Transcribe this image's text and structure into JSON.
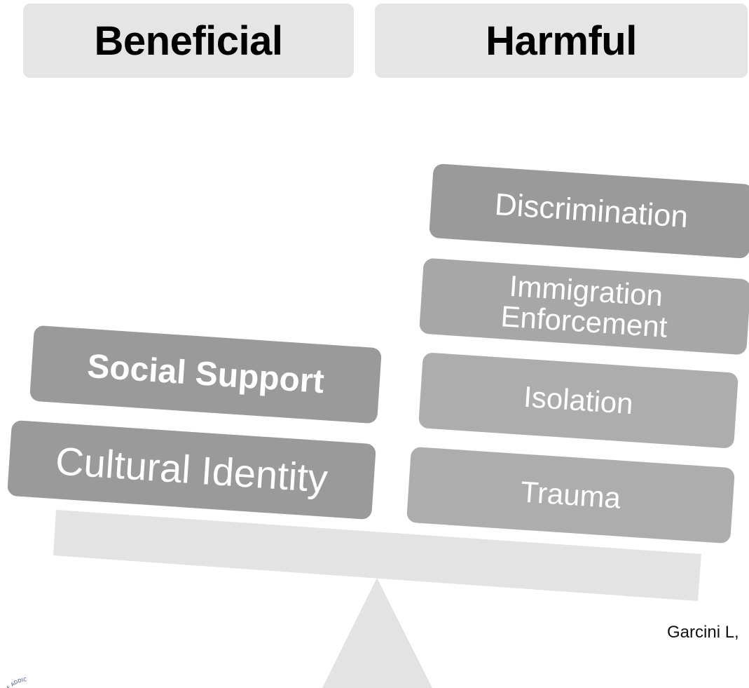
{
  "headers": {
    "beneficial": "Beneficial",
    "harmful": "Harmful"
  },
  "beneficial_items": [
    "Social Support",
    "Cultural Identity"
  ],
  "harmful_items": [
    "Discrimination",
    "Immigration Enforcement",
    "Isolation",
    "Trauma"
  ],
  "citation": "Garcini L,",
  "seal_text": "TY OF ADDIC",
  "colors": {
    "header_bg": "#e5e5e5",
    "block_dark": "#9a9a9a",
    "block_light": "#adadad",
    "beam": "#e3e3e3",
    "text_on_block": "#ffffff"
  }
}
